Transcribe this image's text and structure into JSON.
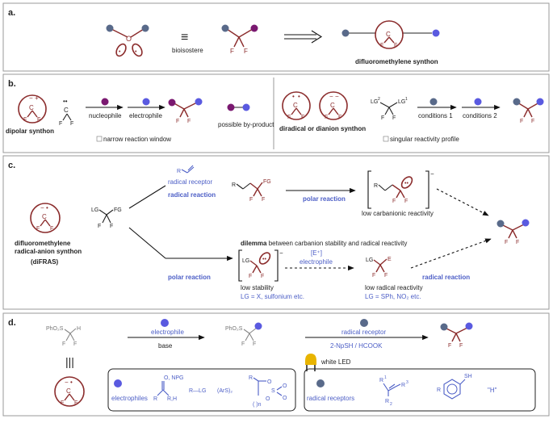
{
  "colors": {
    "red": "#8b2c2c",
    "blue": "#4c5ec6",
    "slate": "#596a8a",
    "purple": "#7a1870",
    "gray": "#9a9a9a",
    "bulb": "#e8b400"
  },
  "atoms": {
    "C": "C",
    "F": "F",
    "O": "O",
    "H": "H",
    "E": "E",
    "R": "R",
    "LG": "LG",
    "R1": "1",
    "R2": "2",
    "R3": "3",
    "charge_minus": "−",
    "charge_plus": "+",
    "dots": "••",
    "dot": "•"
  },
  "panel_a": {
    "label": "a.",
    "equiv_symbol": "≡",
    "bioisostere": "bioisostere",
    "synthon_label": "difluoromethylene synthon"
  },
  "panel_b": {
    "label": "b.",
    "dipolar_label": "dipolar synthon",
    "nucleophile": "nucleophile",
    "electrophile": "electrophile",
    "byproduct": "possible by-product",
    "narrow": "narrow reaction window",
    "diradical_label": "diradical or dianion synthon",
    "lg2": "LG",
    "lg2_sup": "2",
    "lg1": "LG",
    "lg1_sup": "1",
    "conditions1": "conditions 1",
    "conditions2": "conditions 2",
    "singular": "singular reactivity profile"
  },
  "panel_c": {
    "label": "c.",
    "synthon_line1": "difluoromethylene",
    "synthon_line2": "radical-anion synthon",
    "synthon_abbr": "(diFRAS)",
    "lg_fg": "FG",
    "radical_receptor": "radical receptor",
    "radical_reaction": "radical reaction",
    "polar_reaction_top": "polar reaction",
    "low_carbanionic": "low carbanionic reactivity",
    "dilemma_bold": "dilemma",
    "dilemma_rest": " between carbanion stability and radical reactivity",
    "polar_reaction_bottom": "polar reaction",
    "low_stability": "low stability",
    "lg_x": "LG = X, sulfonium etc.",
    "e_plus": "[E⁺]",
    "electrophile": "electrophile",
    "radical_reaction_bottom": "radical reaction",
    "low_radical": "low radical reactivity",
    "lg_sph": "LG = SPh, NO₂ etc."
  },
  "panel_d": {
    "label": "d.",
    "phso2": "PhO₂S",
    "electrophile": "electrophile",
    "base": "base",
    "radical_receptor": "radical receptor",
    "reagents": "2-NpSH / HCOOK",
    "white_led": "white LED",
    "equiv_symbol": "|||",
    "electrophiles_label": "electrophiles",
    "ester_o": "O",
    "ester_npg": "O, NPG",
    "ester_r": "R",
    "ester_h": "R,H",
    "r_lg": "R—LG",
    "ars2": "(ArS)₂",
    "sulfate_o": "O",
    "sulfate_s": "S",
    "sulfate_r": "R",
    "sulfate_n": "( )n",
    "radical_receptors_label": "radical receptors",
    "sh": "SH",
    "h_quote": "\"H\""
  }
}
